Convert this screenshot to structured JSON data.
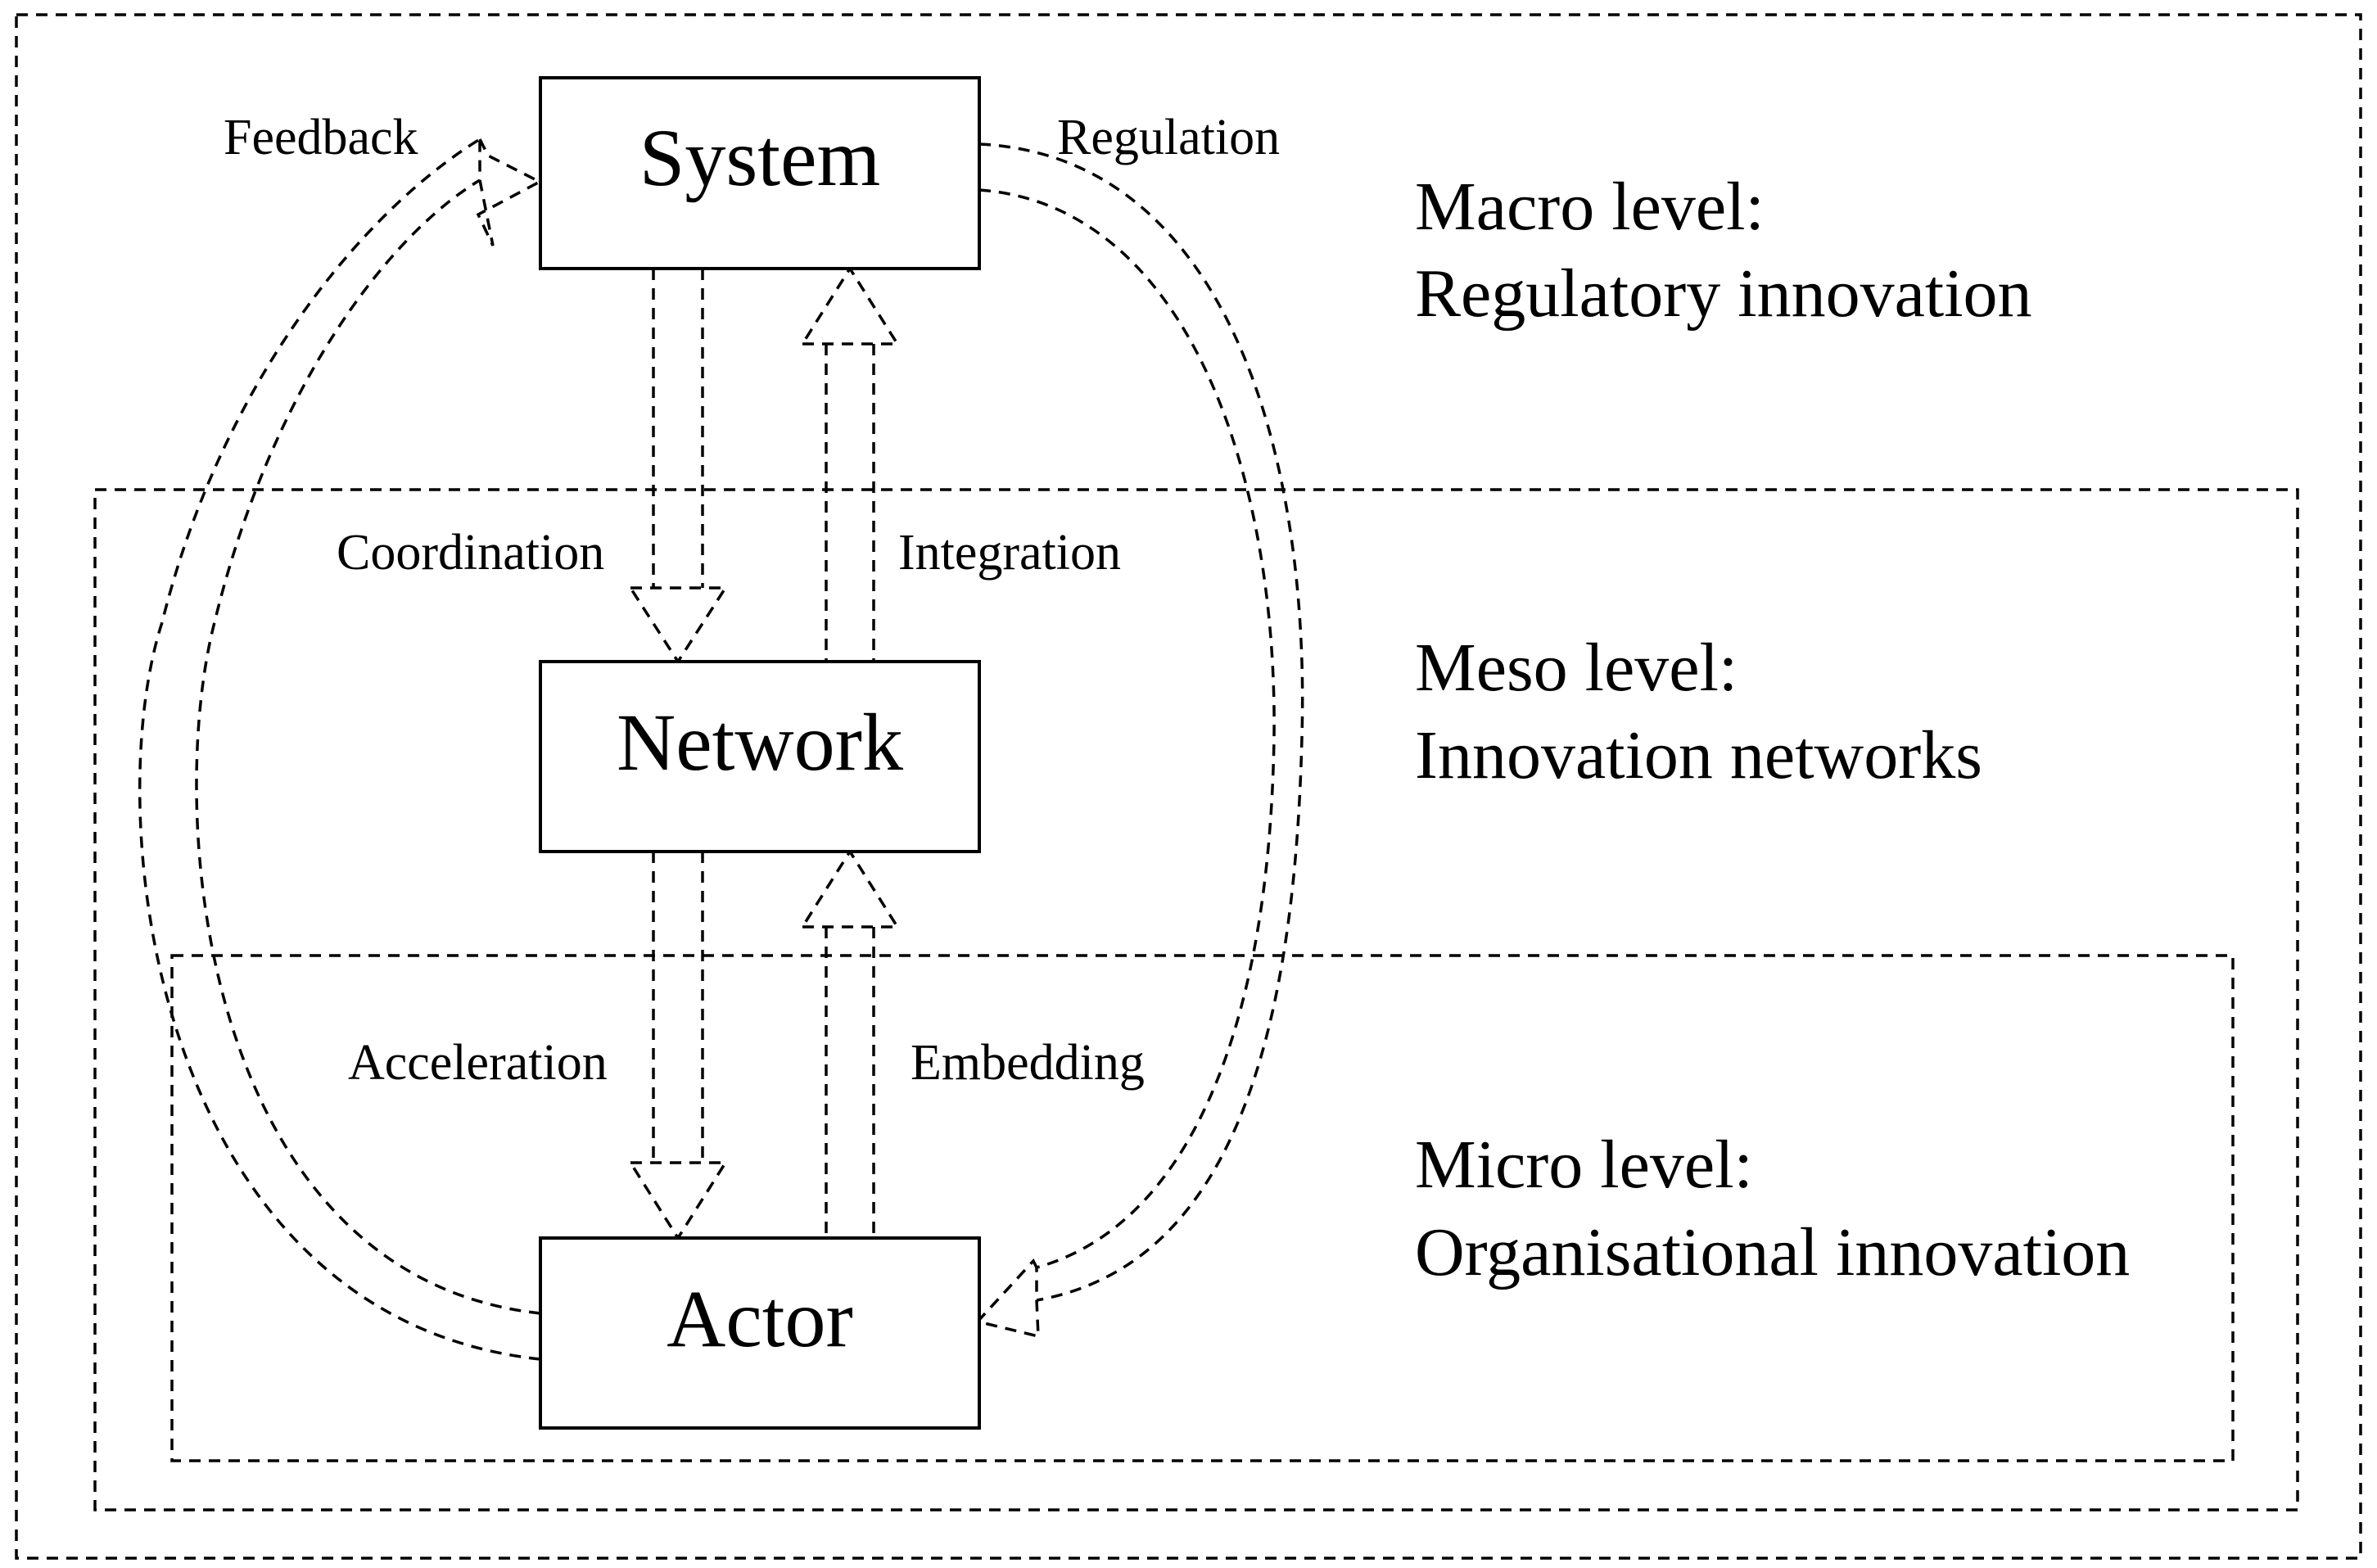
{
  "nodes": {
    "system": "System",
    "network": "Network",
    "actor": "Actor"
  },
  "edges": {
    "feedback": "Feedback",
    "regulation": "Regulation",
    "coordination": "Coordination",
    "integration": "Integration",
    "acceleration": "Acceleration",
    "embedding": "Embedding"
  },
  "levels": {
    "macro": {
      "name": "Macro level:",
      "description": "Regulatory innovation"
    },
    "meso": {
      "name": "Meso level:",
      "description": "Innovation networks"
    },
    "micro": {
      "name": "Micro level:",
      "description": "Organisational innovation"
    }
  }
}
